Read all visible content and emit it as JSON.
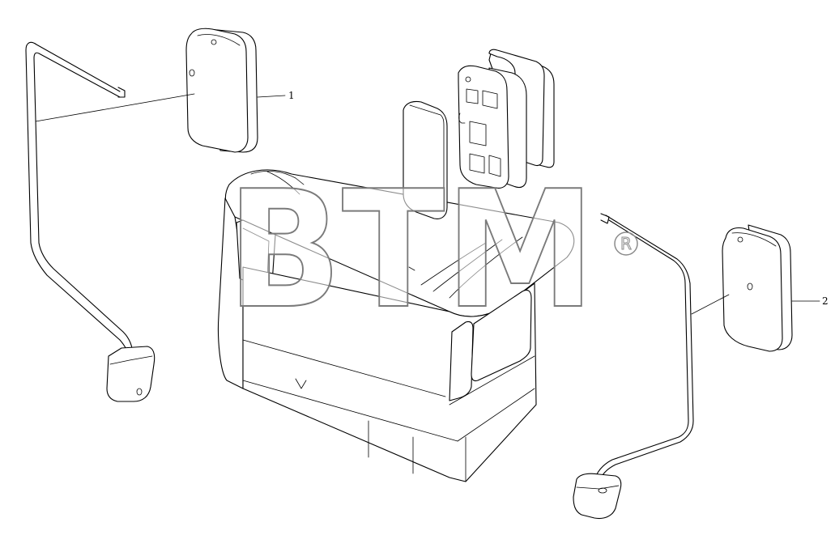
{
  "callouts": [
    {
      "id": "1"
    },
    {
      "id": "2"
    }
  ],
  "watermark": {
    "text": "BTM",
    "symbol": "®"
  },
  "colors": {
    "line": "#000000",
    "background": "#ffffff",
    "watermark_outline": "#7a7a7a"
  }
}
